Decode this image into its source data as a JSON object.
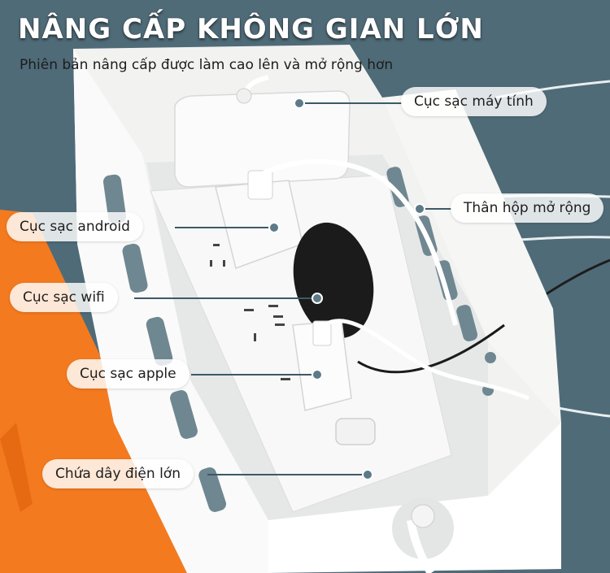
{
  "title": "NÂNG CẤP KHÔNG GIAN LỚN",
  "subtitle": "Phiên bản nâng cấp được làm cao lên và mở rộng hơn",
  "callouts": {
    "laptop_charger": "Cục sạc máy tính",
    "box_body": "Thân hộp mở rộng",
    "android_charger": "Cục sạc android",
    "wifi_charger": "Cục sạc wifi",
    "apple_charger": "Cục sạc apple",
    "power_strip": "Chứa dây điện lớn"
  },
  "colors": {
    "background": "#4f6b78",
    "orange_panel": "#f47a1f",
    "box": "#f4f4f2",
    "label_bg": "#ffffff"
  }
}
